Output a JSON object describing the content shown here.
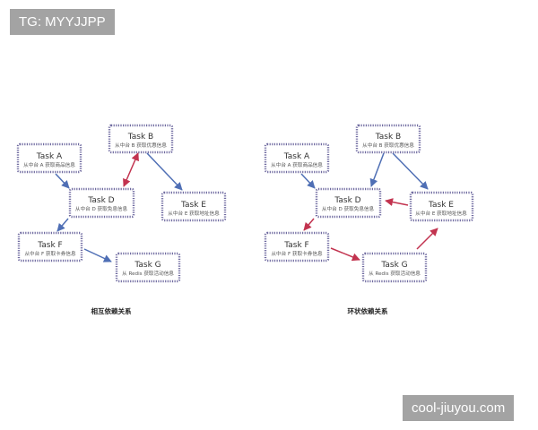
{
  "watermark_top": "TG: MYYJJPP",
  "watermark_bottom": "cool-jiuyou.com",
  "colors": {
    "blue_arrow": "#4f6fb5",
    "red_arrow": "#c2334f",
    "node_border": "#6f6aa0"
  },
  "left_diagram": {
    "caption": "相互依赖关系",
    "nodes": {
      "a": {
        "title": "Task A",
        "sub": "从中台 A 获取商品信息"
      },
      "b": {
        "title": "Task B",
        "sub": "从中台 B 获取优惠信息"
      },
      "d": {
        "title": "Task D",
        "sub": "从中台 D 获取免息信息"
      },
      "e": {
        "title": "Task E",
        "sub": "从中台 E 获取地址信息"
      },
      "f": {
        "title": "Task F",
        "sub": "从中台 F 获取卡券信息"
      },
      "g": {
        "title": "Task G",
        "sub": "从 Redis 获取活动信息"
      }
    }
  },
  "right_diagram": {
    "caption": "环状依赖关系",
    "nodes": {
      "a": {
        "title": "Task A",
        "sub": "从中台 A 获取商品信息"
      },
      "b": {
        "title": "Task B",
        "sub": "从中台 B 获取优惠信息"
      },
      "d": {
        "title": "Task D",
        "sub": "从中台 D 获取免息信息"
      },
      "e": {
        "title": "Task E",
        "sub": "从中台 E 获取地址信息"
      },
      "f": {
        "title": "Task F",
        "sub": "从中台 F 获取卡券信息"
      },
      "g": {
        "title": "Task G",
        "sub": "从 Redis 获取活动信息"
      }
    }
  }
}
